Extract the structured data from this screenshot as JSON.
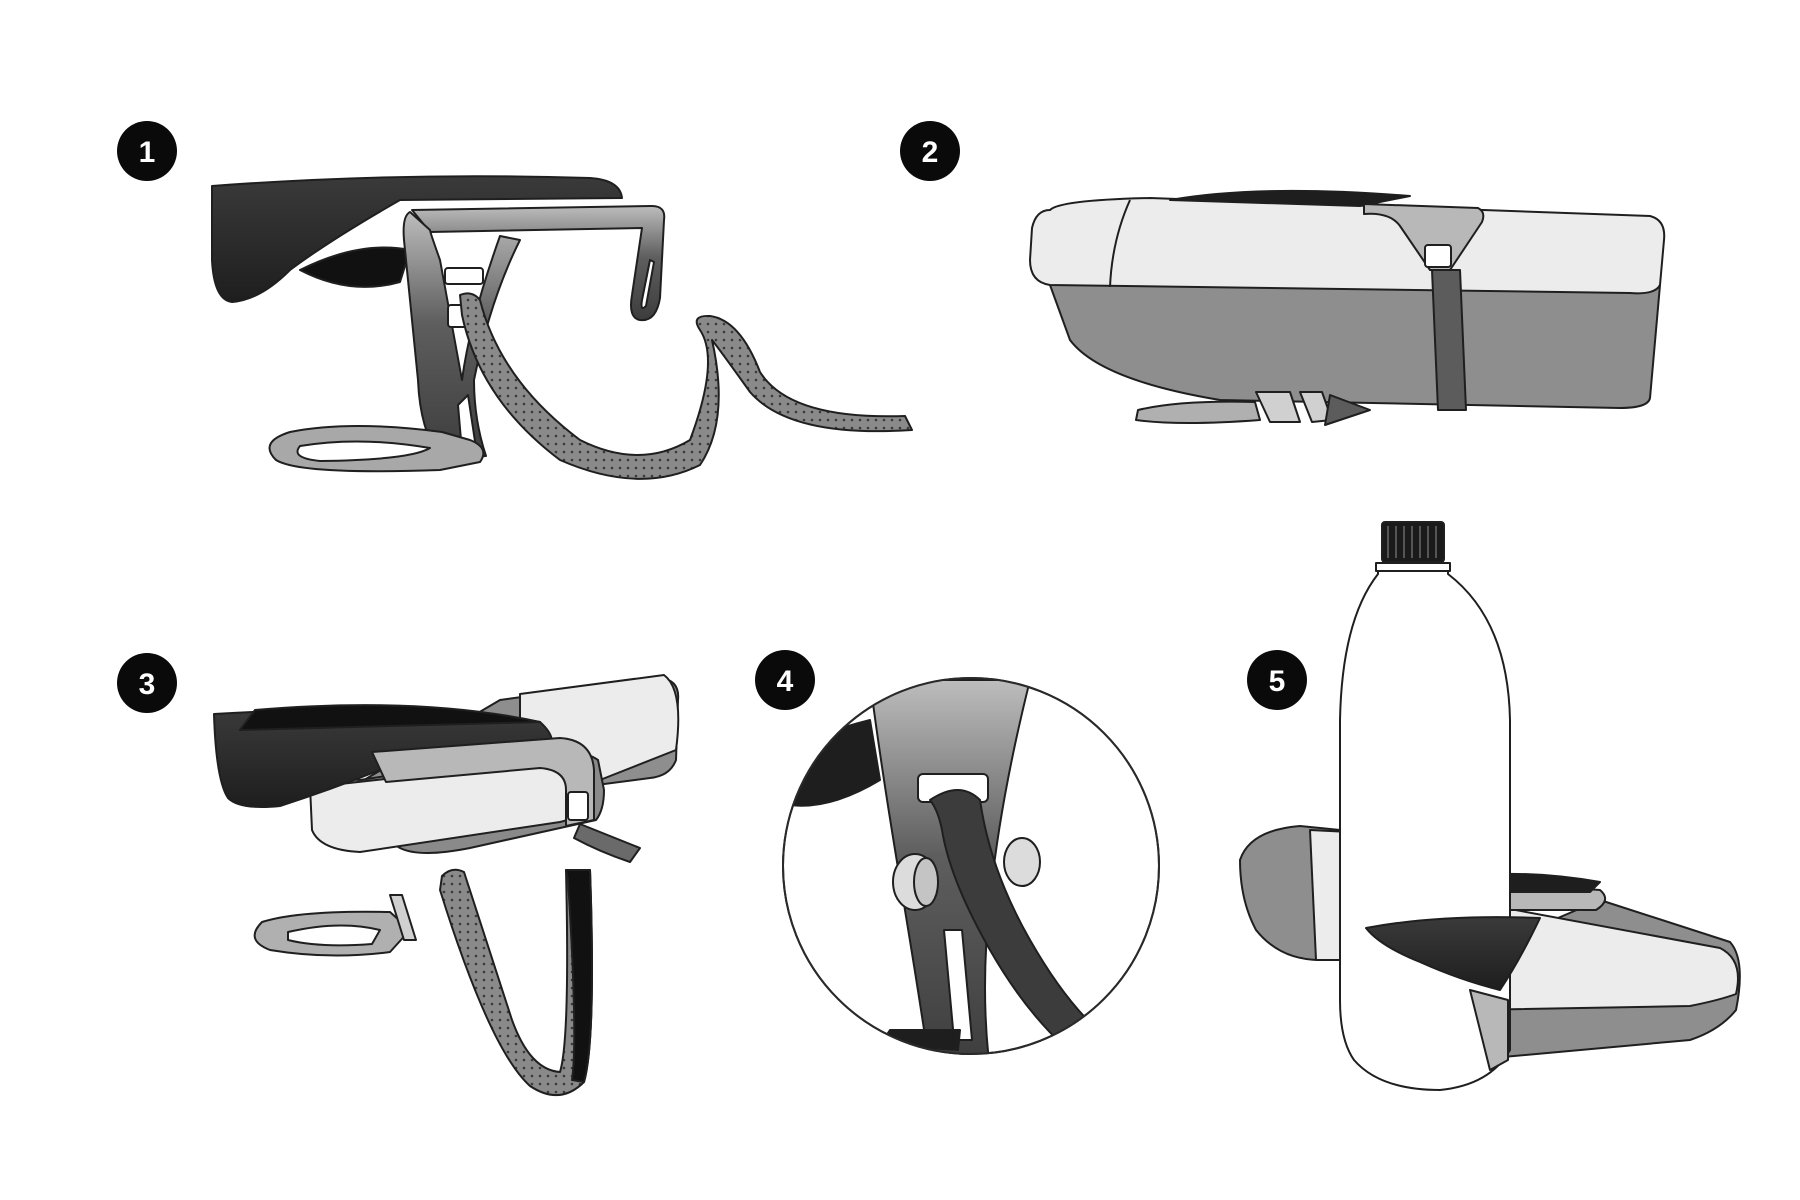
{
  "steps": [
    {
      "number": "1",
      "illustration": "bottle-cage-with-strap"
    },
    {
      "number": "2",
      "illustration": "cage-strapped-on-saddle-rails"
    },
    {
      "number": "3",
      "illustration": "strap-threaded-under-saddle"
    },
    {
      "number": "4",
      "illustration": "strap-slot-detail-magnified"
    },
    {
      "number": "5",
      "illustration": "bottle-mounted-in-cage"
    }
  ],
  "colors": {
    "badge": "#0a0a0a",
    "badge_text": "#ffffff",
    "outline": "#2a2a2a",
    "saddle_top": "#2b2b2b",
    "cage_metal": "#5a5a5a",
    "strap": "#4d4d4d",
    "strap_light": "#7f7f7f",
    "box_light": "#ececec",
    "box_dark": "#8e8e8e",
    "bottle": "#ffffff",
    "cap": "#1a1a1a"
  }
}
